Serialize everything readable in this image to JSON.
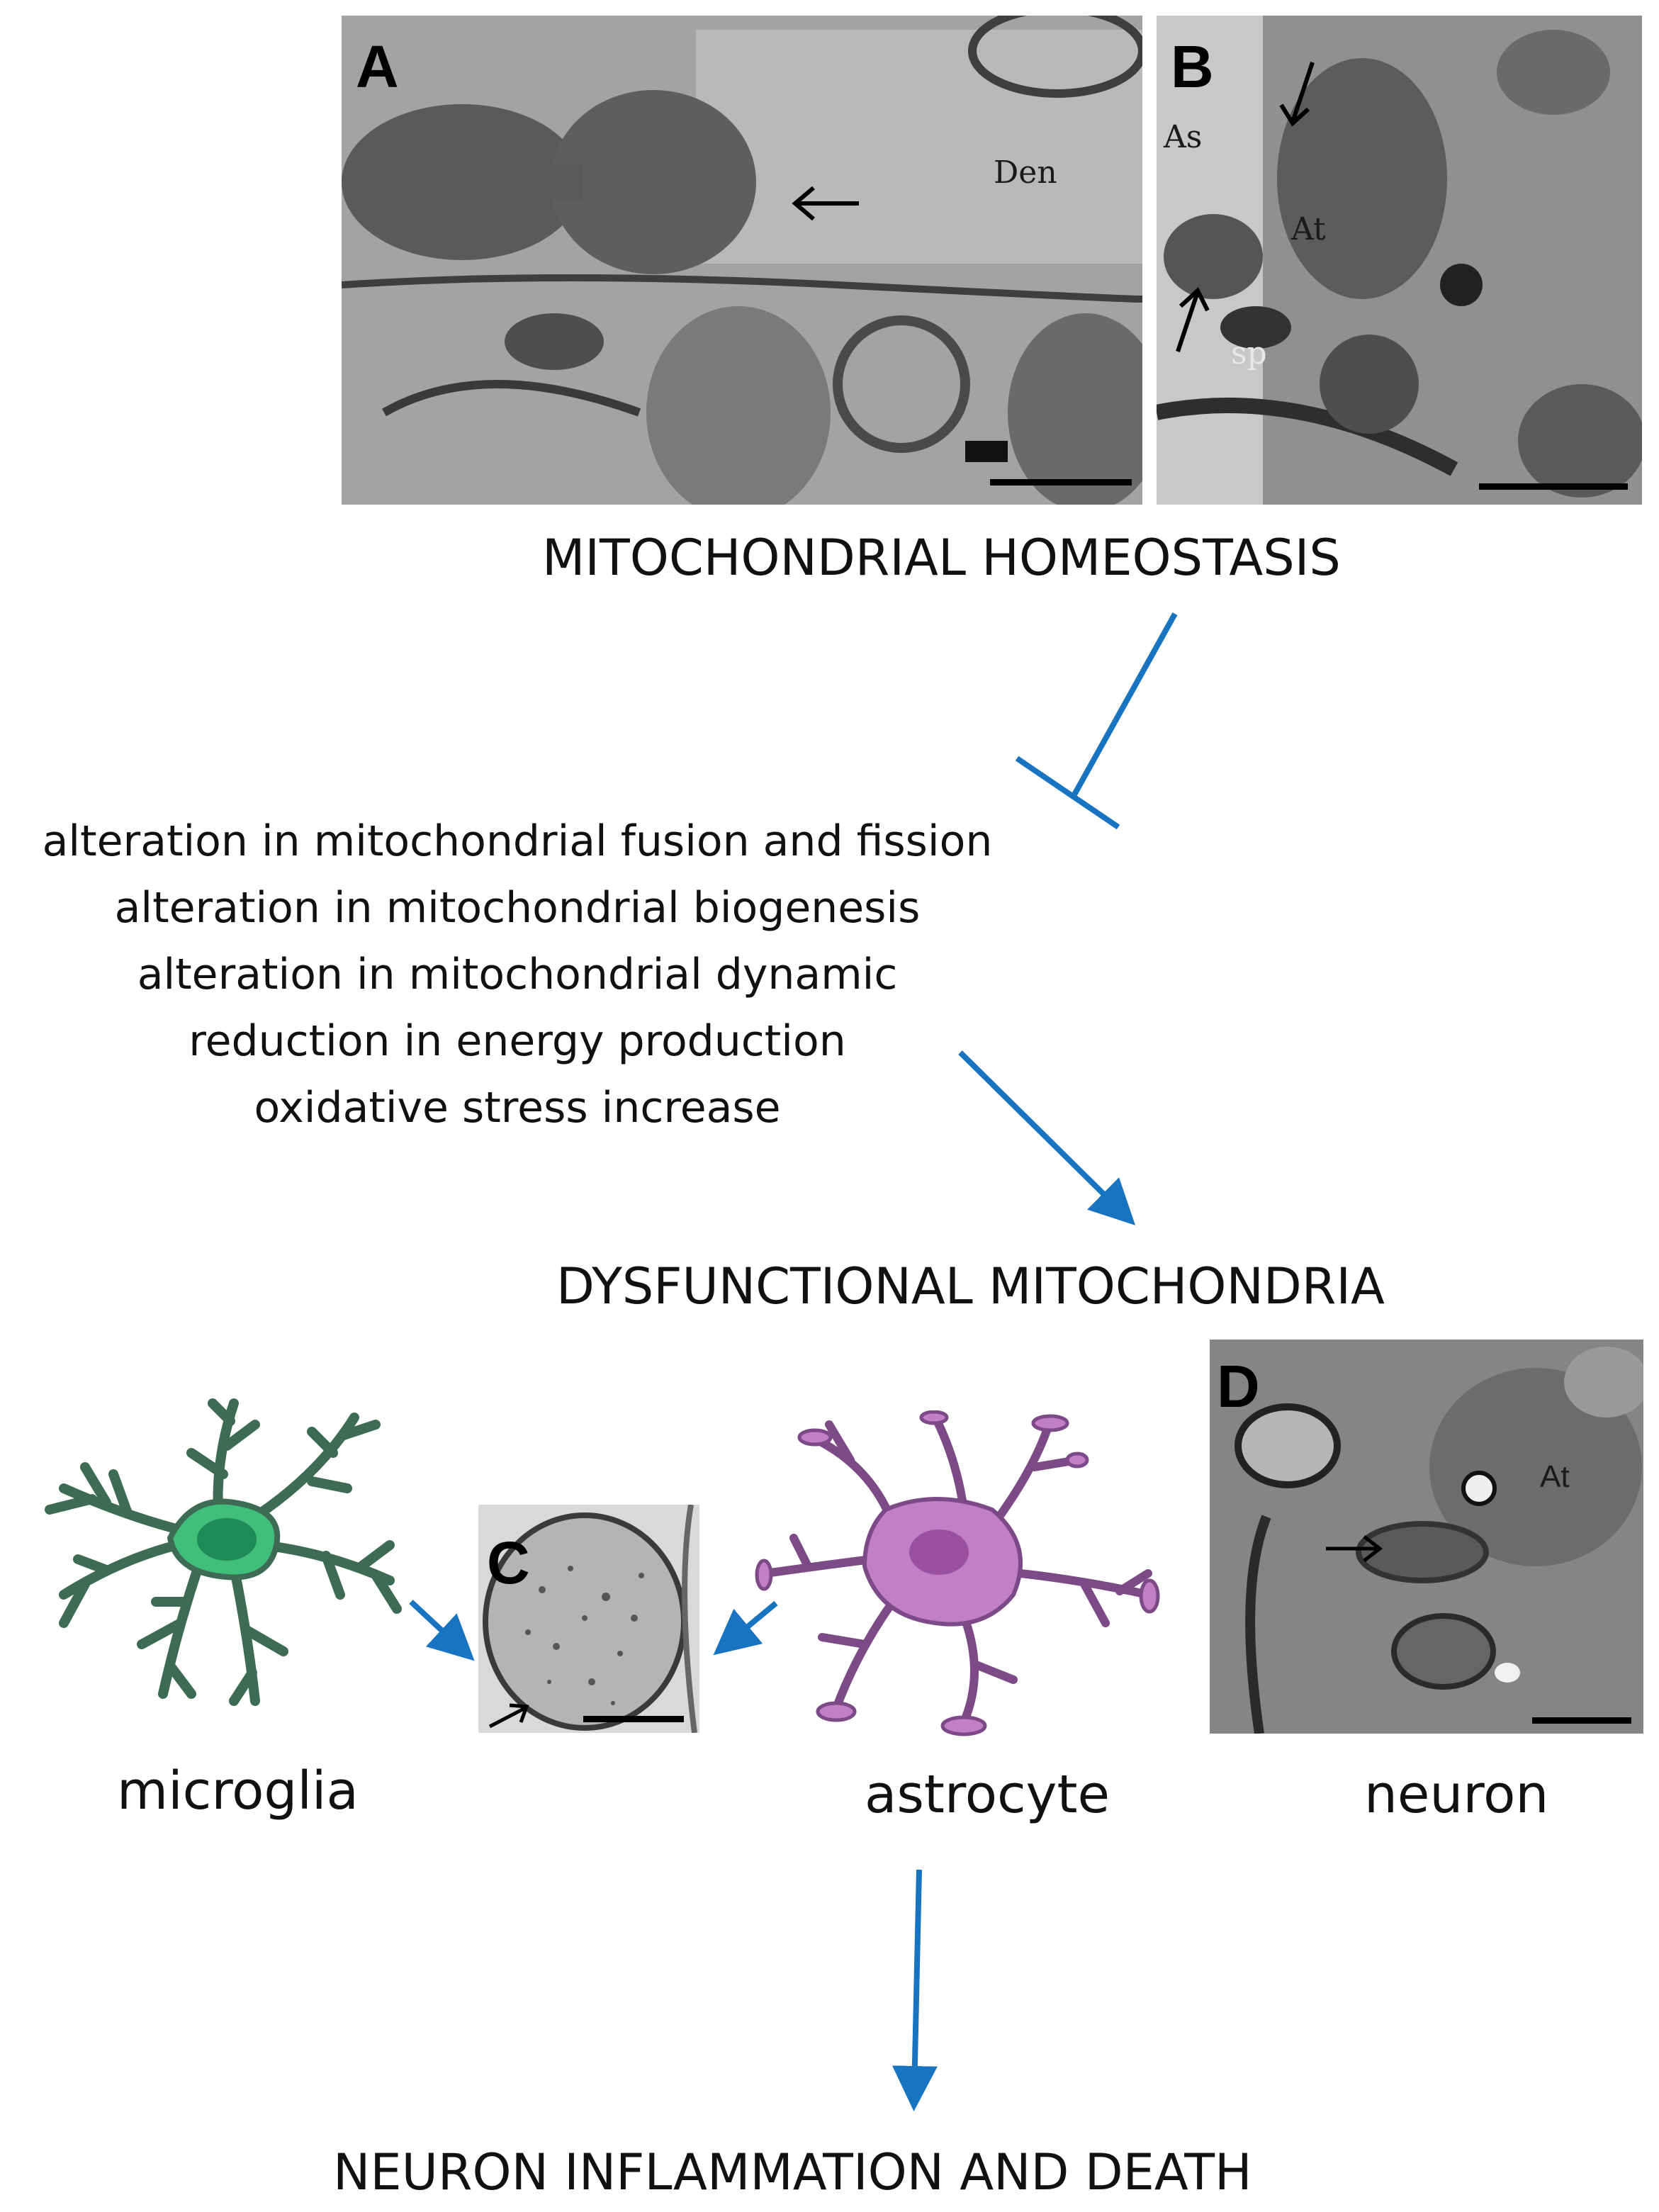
{
  "panels": {
    "a": {
      "letter": "A",
      "label_den": "Den"
    },
    "b": {
      "letter": "B",
      "label_as": "As",
      "label_at": "At",
      "label_sp": "sp"
    },
    "c": {
      "letter": "C"
    },
    "d": {
      "letter": "D",
      "label_at": "At"
    }
  },
  "headings": {
    "homeostasis": "MITOCHONDRIAL HOMEOSTASIS",
    "dysfunctional": "DYSFUNCTIONAL MITOCHONDRIA",
    "outcome": "NEURON INFLAMMATION AND  DEATH"
  },
  "alterations": [
    "alteration in mitochondrial fusion and fission",
    "alteration in mitochondrial biogenesis",
    "alteration in mitochondrial dynamic",
    "reduction in energy production",
    "oxidative stress increase"
  ],
  "cells": {
    "microglia": "microglia",
    "astrocyte": "astrocyte",
    "neuron": "neuron"
  },
  "colors": {
    "arrow": "#1874c0",
    "microglia_fill": "#3fbf7a",
    "microglia_stroke": "#3d6b55",
    "astrocyte_fill": "#c27fc6",
    "astrocyte_stroke": "#7c4a86"
  }
}
